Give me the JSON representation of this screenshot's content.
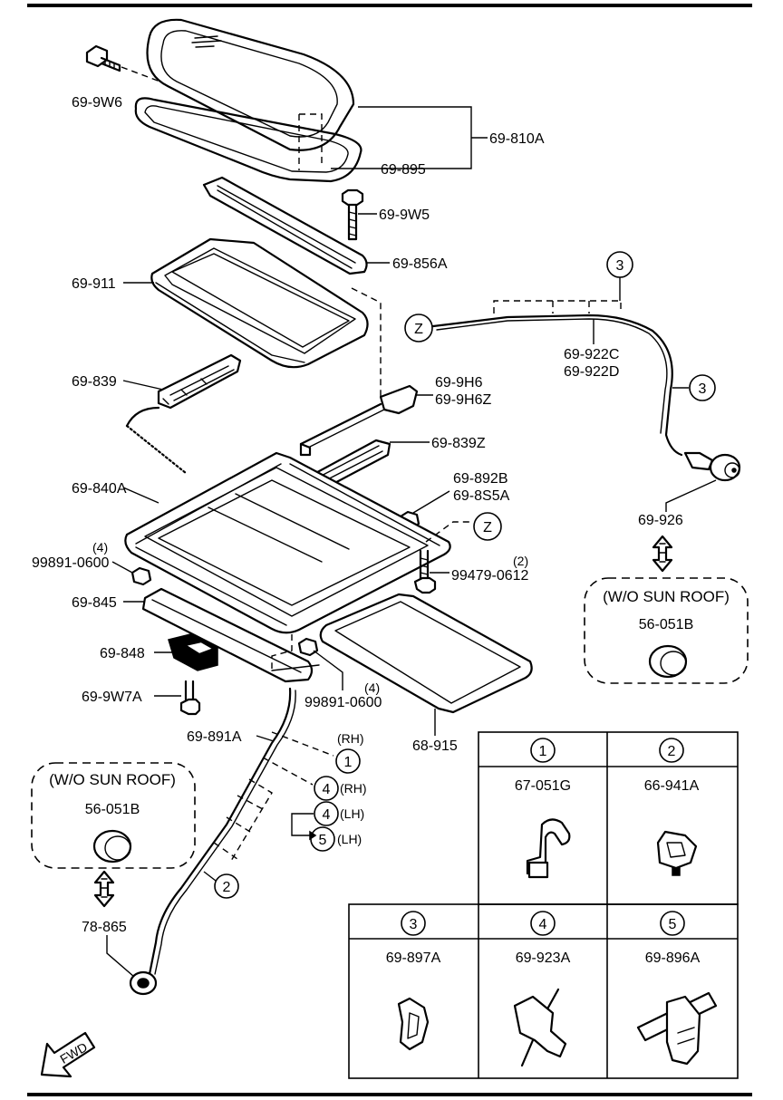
{
  "part_labels": {
    "p69_9w6": "69-9W6",
    "p69_810a": "69-810A",
    "p69_895": "69-895",
    "p69_9w5": "69-9W5",
    "p69_856a": "69-856A",
    "p69_911": "69-911",
    "p69_922c": "69-922C",
    "p69_922d": "69-922D",
    "p69_839": "69-839",
    "p69_9h6": "69-9H6",
    "p69_9h6z": "69-9H6Z",
    "p69_839z": "69-839Z",
    "p69_840a": "69-840A",
    "p69_892b": "69-892B",
    "p69_8s5a": "69-8S5A",
    "p69_926": "69-926",
    "p99891_0600_a": "99891-0600",
    "p99891_0600_a_qty": "(4)",
    "p99479_0612": "99479-0612",
    "p99479_0612_qty": "(2)",
    "p69_845": "69-845",
    "p69_848": "69-848",
    "p69_9w7a": "69-9W7A",
    "p99891_0600_b": "99891-0600",
    "p99891_0600_b_qty": "(4)",
    "p68_915": "68-915",
    "p69_891a": "69-891A",
    "p78_865": "78-865",
    "rh1": "(RH)",
    "rh2": "(RH)",
    "lh1": "(LH)",
    "lh2": "(LH)"
  },
  "callouts": {
    "z1": "Z",
    "z2": "Z",
    "c3a": "3",
    "c3b": "3",
    "c1": "1",
    "c2": "2",
    "c4a": "4",
    "c4b": "4",
    "c5": "5"
  },
  "wo_sunroof_right": {
    "title": "(W/O SUN ROOF)",
    "part": "56-051B"
  },
  "wo_sunroof_left": {
    "title": "(W/O SUN ROOF)",
    "part": "56-051B"
  },
  "clip_table": [
    {
      "num": "1",
      "part": "67-051G"
    },
    {
      "num": "2",
      "part": "66-941A"
    },
    {
      "num": "3",
      "part": "69-897A"
    },
    {
      "num": "4",
      "part": "69-923A"
    },
    {
      "num": "5",
      "part": "69-896A"
    }
  ],
  "fwd_label": "FWD"
}
